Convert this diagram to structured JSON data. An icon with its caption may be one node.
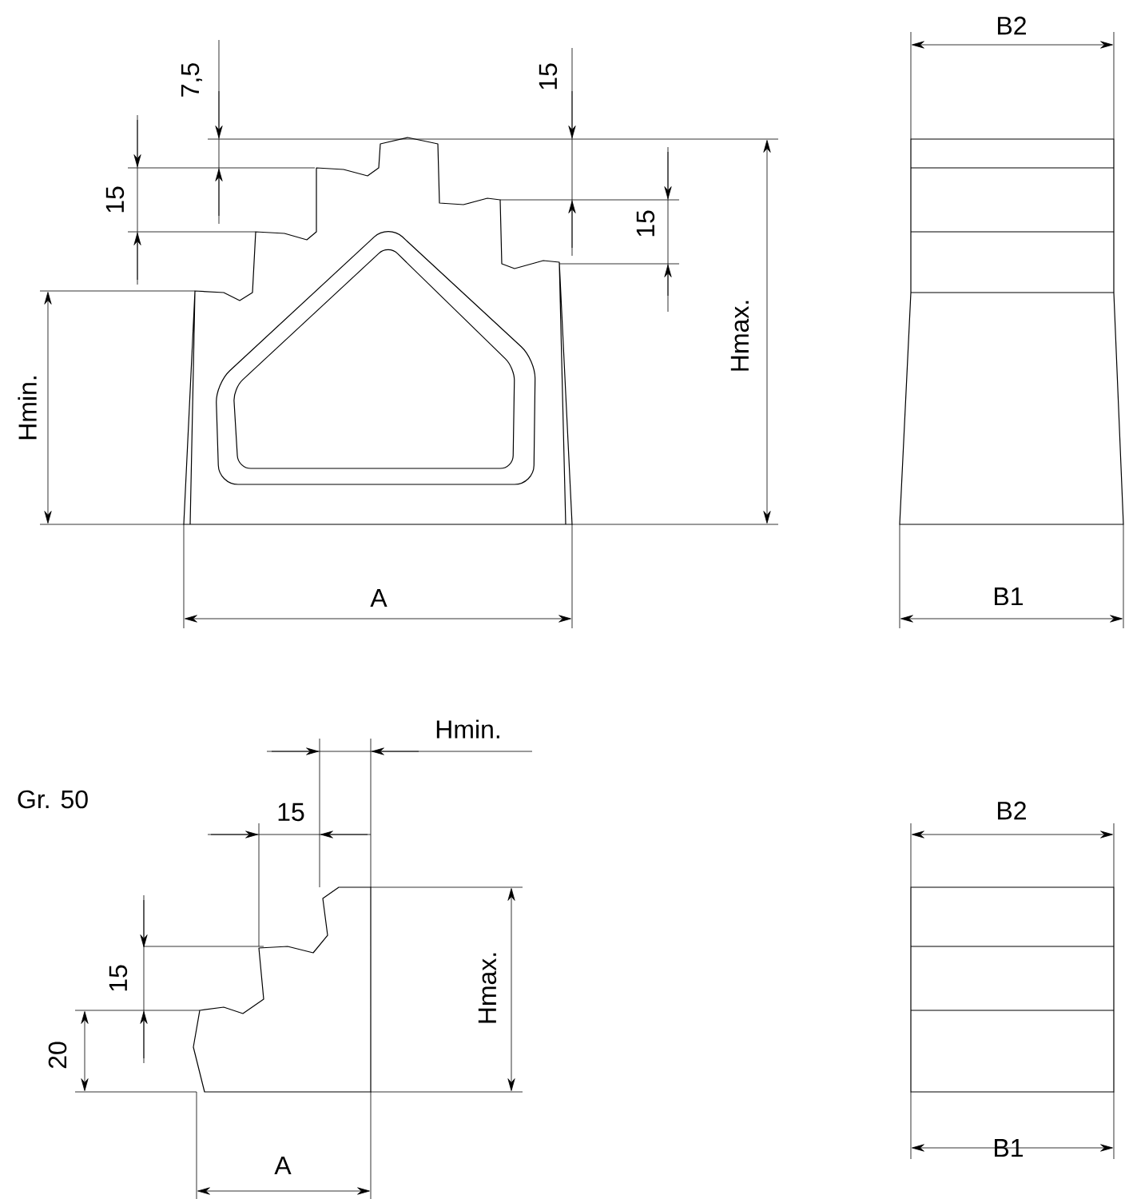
{
  "diagram": {
    "labels": [
      "7,5",
      "15",
      "B2",
      "15",
      "15",
      "Hmin.",
      "Hmax.",
      "A",
      "B1",
      "Hmin.",
      "Gr. 50",
      "15",
      "B2",
      "15",
      "Hmax.",
      "20",
      "A",
      "B1"
    ]
  }
}
